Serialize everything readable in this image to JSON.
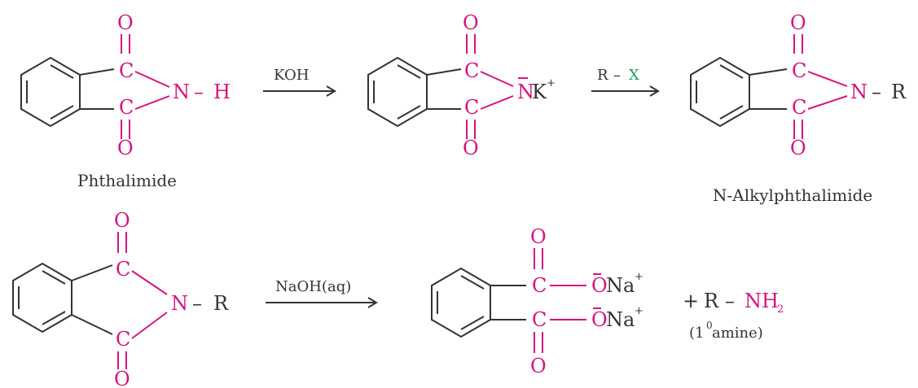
{
  "colors": {
    "heteroatom": "#d6137f",
    "carbon_skeleton": "#333333",
    "reagent_x": "#1aa05a"
  },
  "atoms": {
    "O": "O",
    "C": "C",
    "N": "N",
    "H": "H",
    "R": "R",
    "dash": "–"
  },
  "reaction1": {
    "reactant_caption": "Phthalimide",
    "reagent1": "KOH",
    "salt_label_n": "N",
    "salt_label_k": "K",
    "salt_charge": "+",
    "reagent2_r": "R",
    "reagent2_dash": "–",
    "reagent2_x": "X",
    "product_caption": "N-Alkylphthalimide"
  },
  "reaction2": {
    "reagent": "NaOH(aq)",
    "carboxylate_o": "O",
    "carboxylate_na": "Na",
    "carboxylate_charge": "+",
    "plus": "+",
    "amine_r": "R",
    "amine_dash": "–",
    "amine_nh": "NH",
    "amine_sub": "2",
    "amine_note_open": "(1",
    "amine_note_deg": "0",
    "amine_note_close": " amine)"
  }
}
